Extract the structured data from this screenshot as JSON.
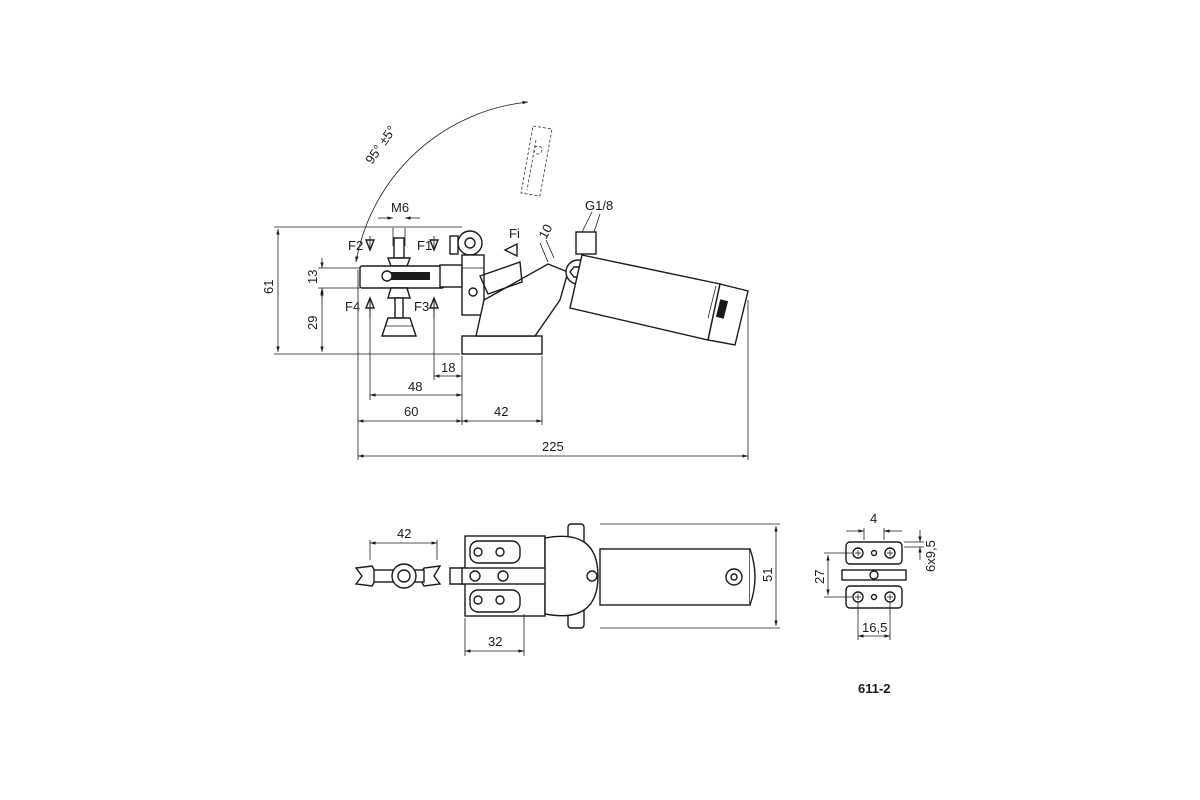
{
  "drawing": {
    "code": "611-2",
    "angle_label": "95° ±5°",
    "thread_label": "M6",
    "port_label": "G1/8",
    "force_labels": {
      "f1": "F1",
      "f2": "F2",
      "f3": "F3",
      "f4": "F4",
      "fi": "Fi"
    },
    "side_dims": {
      "height": "61",
      "upper": "13",
      "lower": "29",
      "offset": "18",
      "spindle": "48",
      "base_left": "60",
      "base_right": "42",
      "overall": "225",
      "lever": "10"
    },
    "top_dims": {
      "arm": "42",
      "base": "32",
      "width": "51"
    },
    "base_dims": {
      "slot": "4",
      "holes": "6x9,5",
      "pitch": "27",
      "spacing": "16,5"
    }
  }
}
